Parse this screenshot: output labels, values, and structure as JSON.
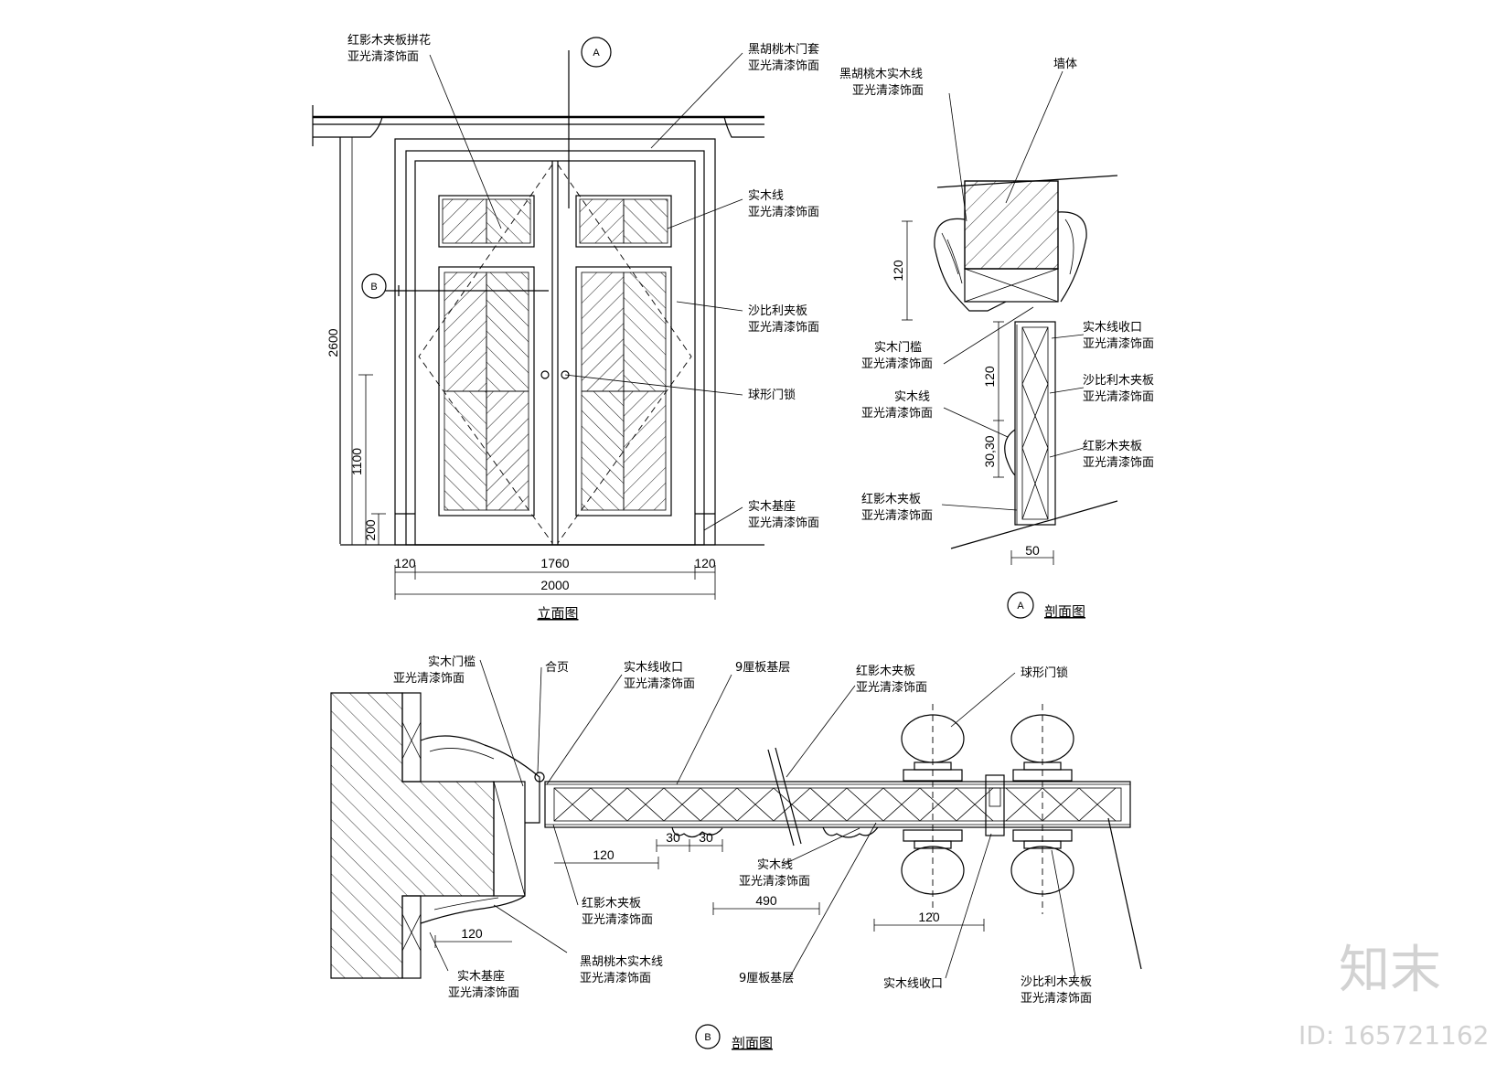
{
  "titles": {
    "elevation": "立面图",
    "section_a": "剖面图",
    "section_b": "剖面图"
  },
  "markers": {
    "a": "A",
    "b": "B"
  },
  "elevation_labels": {
    "panel_pattern_1": "红影木夹板拼花",
    "panel_pattern_2": "亚光清漆饰面",
    "frame_1": "黑胡桃木门套",
    "frame_2": "亚光清漆饰面",
    "moulding_1": "实木线",
    "moulding_2": "亚光清漆饰面",
    "sapele_1": "沙比利夹板",
    "sapele_2": "亚光清漆饰面",
    "lock": "球形门锁",
    "base_1": "实木基座",
    "base_2": "亚光清漆饰面"
  },
  "elevation_dims": {
    "h_total": "2600",
    "h_handle": "1100",
    "h_base": "200",
    "w_left": "120",
    "w_door": "1760",
    "w_right": "120",
    "w_total": "2000"
  },
  "section_a_labels": {
    "walnut_1": "黑胡桃木实木线",
    "walnut_2": "亚光清漆饰面",
    "wall": "墙体",
    "threshold_1": "实木门槛",
    "threshold_2": "亚光清漆饰面",
    "moulding_1": "实木线",
    "moulding_2": "亚光清漆饰面",
    "redwood_1": "红影木夹板",
    "redwood_2": "亚光清漆饰面",
    "edge_1": "实木线收口",
    "edge_2": "亚光清漆饰面",
    "sapele_1": "沙比利木夹板",
    "sapele_2": "亚光清漆饰面",
    "redwood_b1": "红影木夹板",
    "redwood_b2": "亚光清漆饰面"
  },
  "section_a_dims": {
    "d120a": "120",
    "d120b": "120",
    "d30": "30,30",
    "d50": "50"
  },
  "section_b_labels": {
    "threshold_1": "实木门槛",
    "threshold_2": "亚光清漆饰面",
    "hinge": "合页",
    "edge_1": "实木线收口",
    "edge_2": "亚光清漆饰面",
    "ply_top": "9厘板基层",
    "redwood_1": "红影木夹板",
    "redwood_2": "亚光清漆饰面",
    "lock": "球形门锁",
    "moulding_1": "实木线",
    "moulding_2": "亚光清漆饰面",
    "redwood_b1": "红影木夹板",
    "redwood_b2": "亚光清漆饰面",
    "walnut_1": "黑胡桃木实木线",
    "walnut_2": "亚光清漆饰面",
    "base_1": "实木基座",
    "base_2": "亚光清漆饰面",
    "ply_bottom": "9厘板基层",
    "edge_b": "实木线收口",
    "sapele_1": "沙比利木夹板",
    "sapele_2": "亚光清漆饰面"
  },
  "section_b_dims": {
    "d120a": "120",
    "d30": "30",
    "d30b": "30",
    "d490": "490",
    "d120b": "120",
    "d120c": "120"
  },
  "watermark": {
    "logo": "知末",
    "id": "ID: 165721162"
  }
}
